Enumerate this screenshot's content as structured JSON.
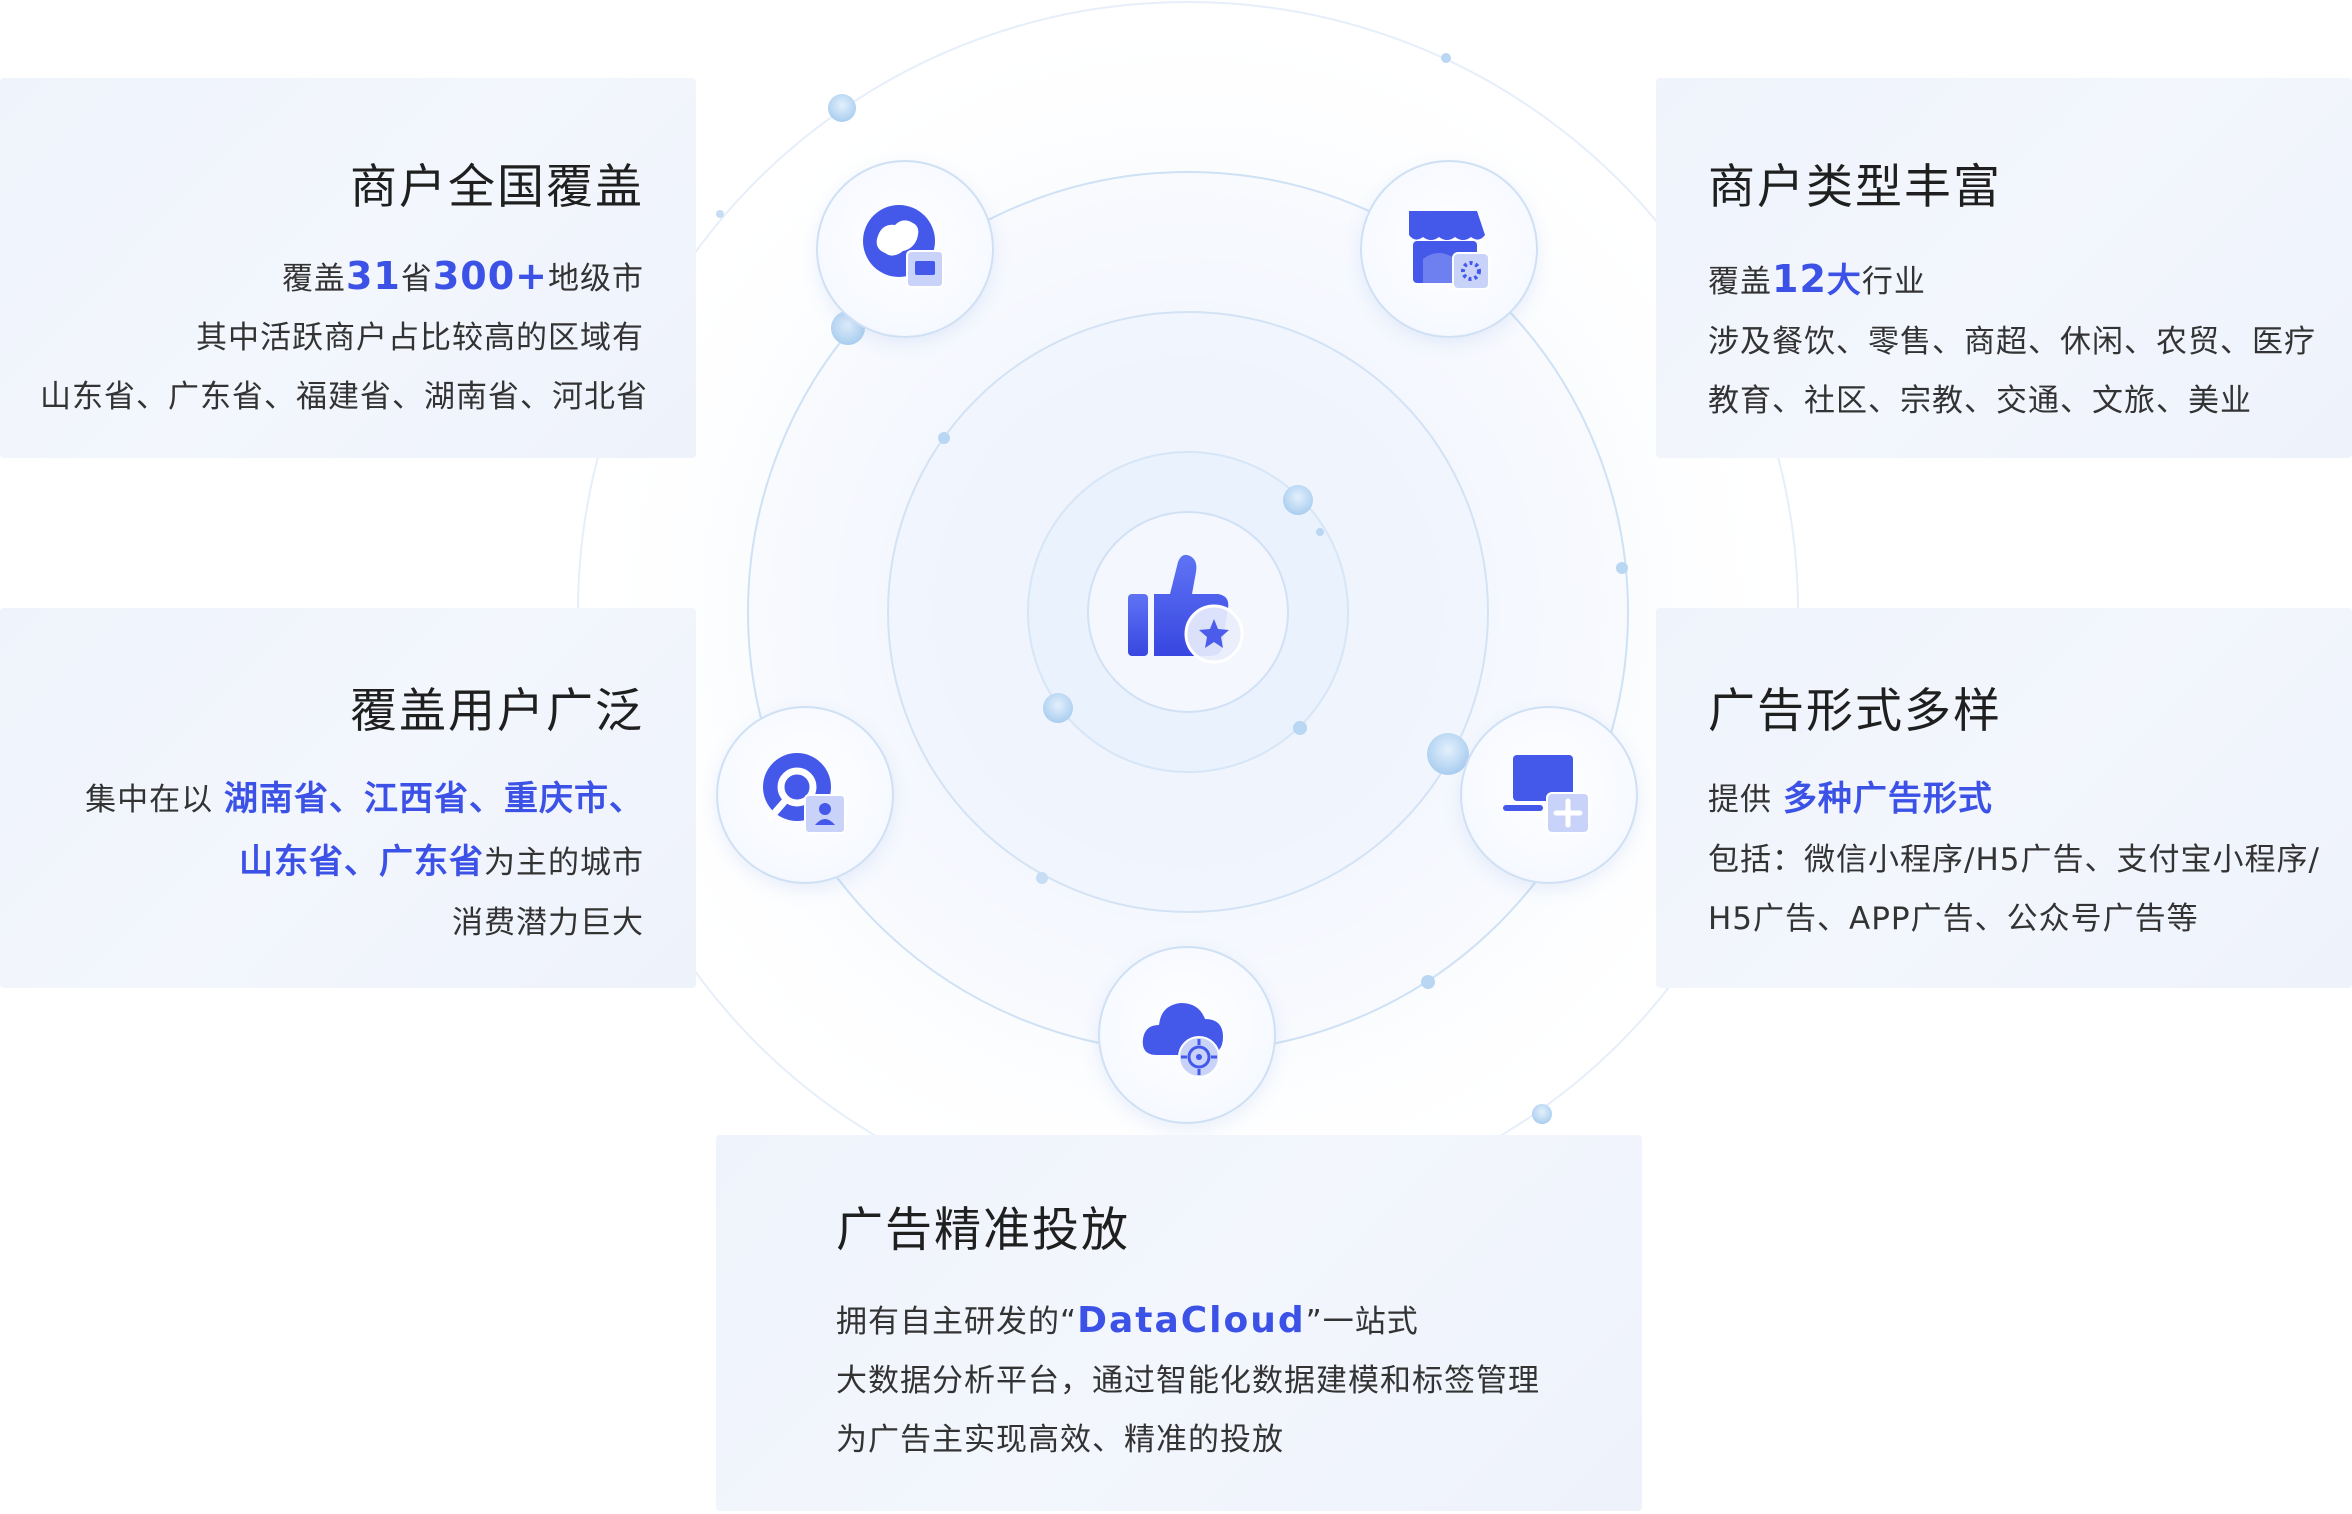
{
  "colors": {
    "accent": "#3c52e6",
    "card_bg": "#f0f4fc",
    "ring": "#d6e6f8",
    "dot": "#b9d6f3"
  },
  "center_icon": "thumbs-up-star-icon",
  "cards": {
    "top_left": {
      "title": "商户全国覆盖",
      "l1_a": "覆盖",
      "l1_b": "31",
      "l1_c": "省",
      "l1_d": "300+",
      "l1_e": "地级市",
      "l2": "其中活跃商户占比较高的区域有",
      "l3": "山东省、广东省、福建省、湖南省、河北省"
    },
    "top_right": {
      "title": "商户类型丰富",
      "l1_a": "覆盖",
      "l1_b": "12",
      "l1_c": "大",
      "l1_d": "行业",
      "l2": "涉及餐饮、零售、商超、休闲、农贸、医疗",
      "l3": "教育、社区、宗教、交通、文旅、美业"
    },
    "mid_left": {
      "title": "覆盖用户广泛",
      "l1_a": "集中在以 ",
      "l1_b": "湖南省、江西省、重庆市、",
      "l2_a": "山东省、广东省",
      "l2_b": "为主的城市",
      "l3": "消费潜力巨大"
    },
    "mid_right": {
      "title": "广告形式多样",
      "l1_a": "提供 ",
      "l1_b": "多种广告形式",
      "l2": "包括：微信小程序/H5广告、支付宝小程序/",
      "l3": "H5广告、APP广告、公众号广告等"
    },
    "bottom": {
      "title": "广告精准投放",
      "l1_a": "拥有自主研发的“",
      "l1_b": "DataCloud",
      "l1_c": "”一站式",
      "l2": "大数据分析平台，通过智能化数据建模和标签管理",
      "l3": "为广告主实现高效、精准的投放"
    }
  },
  "icons": {
    "map": "china-map-icon",
    "store": "store-icon",
    "user": "user-search-icon",
    "ad": "monitor-plus-icon",
    "cloud": "cloud-target-icon"
  }
}
